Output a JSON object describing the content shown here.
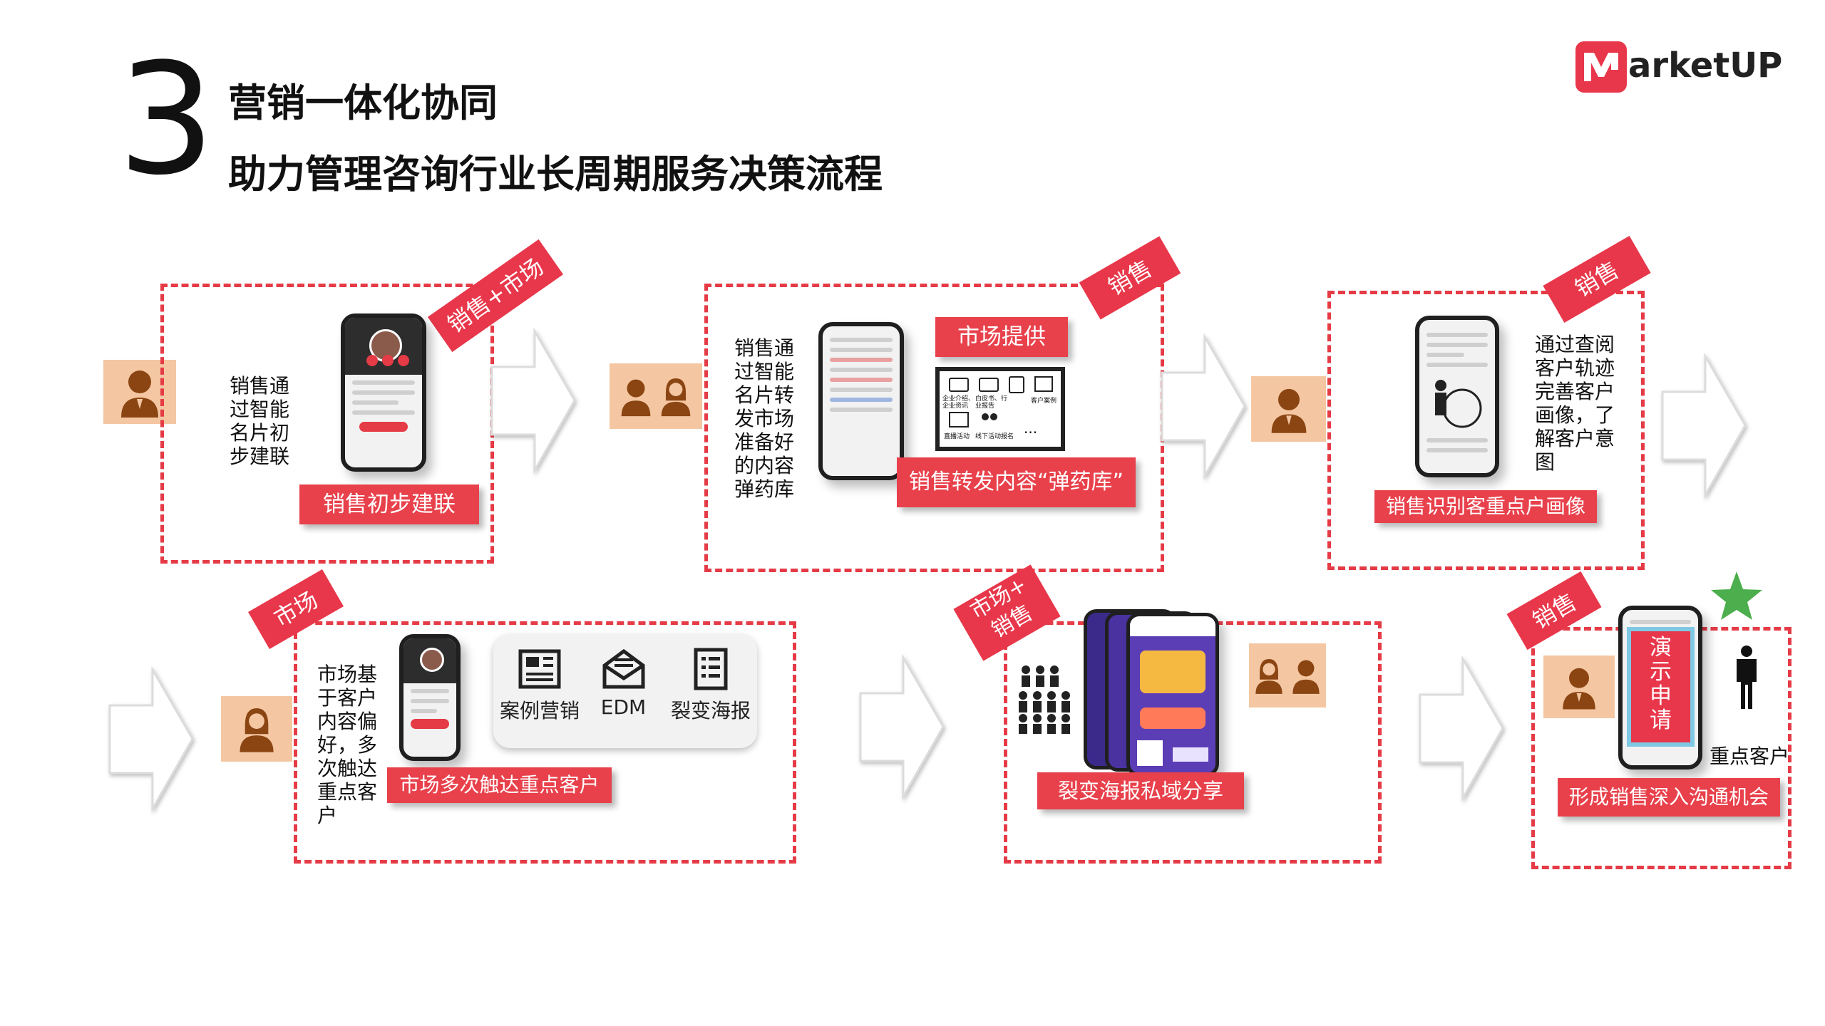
{
  "header": {
    "number": "3",
    "title_line1": "营销一体化协同",
    "title_line2": "助力管理咨询行业长周期服务决策流程"
  },
  "logo": {
    "text": "arketUP",
    "icon": "marketup-logo-icon",
    "brand_color": "#e8374a"
  },
  "colors": {
    "accent": "#e8374a",
    "tile": "#f4c7a2",
    "dash": "#e53b46"
  },
  "steps": [
    {
      "tag": "销售+市场",
      "desc": "销售通过智能名片初步建联",
      "label": "销售初步建联"
    },
    {
      "tag": "销售",
      "desc": "销售通过智能名片转发市场准备好的内容弹药库",
      "label": "销售转发内容“弹药库”",
      "sub_label": "市场提供",
      "board_items": [
        "企业介绍、企业资讯",
        "白皮书、行业报告",
        "客户案例",
        "直播活动",
        "线下活动报名",
        "..."
      ]
    },
    {
      "tag": "销售",
      "desc": "通过查阅客户轨迹完善客户画像，了解客户意图",
      "label": "销售识别客重点户画像"
    },
    {
      "tag": "市场",
      "desc": "市场基于客户内容偏好，多次触达重点客户",
      "label": "市场多次触达重点客户",
      "channels": [
        "案例营销",
        "EDM",
        "裂变海报"
      ]
    },
    {
      "tag": "市场+销售",
      "tag_line1": "市场+",
      "tag_line2": "销售",
      "label": "裂变海报私域分享"
    },
    {
      "tag": "销售",
      "label": "形成销售深入沟通机会",
      "demo": "演示申请",
      "customer": "重点客户"
    }
  ]
}
